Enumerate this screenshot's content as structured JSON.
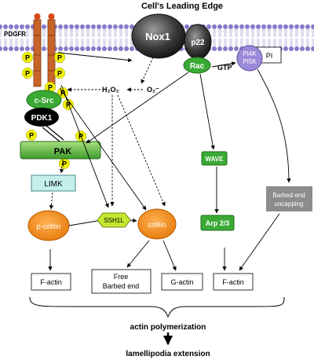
{
  "title": "Cell's Leading Edge",
  "labels": {
    "pdgfr": "PDGFR",
    "nox1": "Nox1",
    "p22": "p22",
    "rac": "Rac",
    "gtp": "GTP",
    "pi4k": "PI4K",
    "pi5k": "PI5K",
    "pi": "PI",
    "h2o2": "H₂O₂",
    "o2": "O₂⁻",
    "csrc": "c-Src",
    "pdk1": "PDK1",
    "pak": "PAK",
    "limk": "LIMK",
    "wave": "WAVE",
    "arp23": "Arp 2/3",
    "barbed_uncap_1": "Barbed end",
    "barbed_uncap_2": "uncapping",
    "pcofilin": "p-cofilin",
    "ssh1l": "SSH1L",
    "cofilin": "cofilin",
    "factin1": "F-actin",
    "free_1": "Free",
    "free_2": "Barbed end",
    "gactin": "G-actin",
    "factin2": "F-actin",
    "actin_poly": "actin polymerization",
    "lamelli": "lamellipodia extension",
    "p": "P"
  },
  "colors": {
    "membrane_head": "#8878c8",
    "receptor": "#c8642a",
    "receptor_top": "#d84818",
    "phospho": "#f0f000",
    "green": "#3aaa35",
    "green_box": "#7ecb5a",
    "limk": "#c4f0ec",
    "orange": "#f08a1c",
    "ssh1l": "#c4e62e",
    "gray_box": "#8c8c8c",
    "nox": "#2a2a2a",
    "pik": "#9a8ad8"
  }
}
